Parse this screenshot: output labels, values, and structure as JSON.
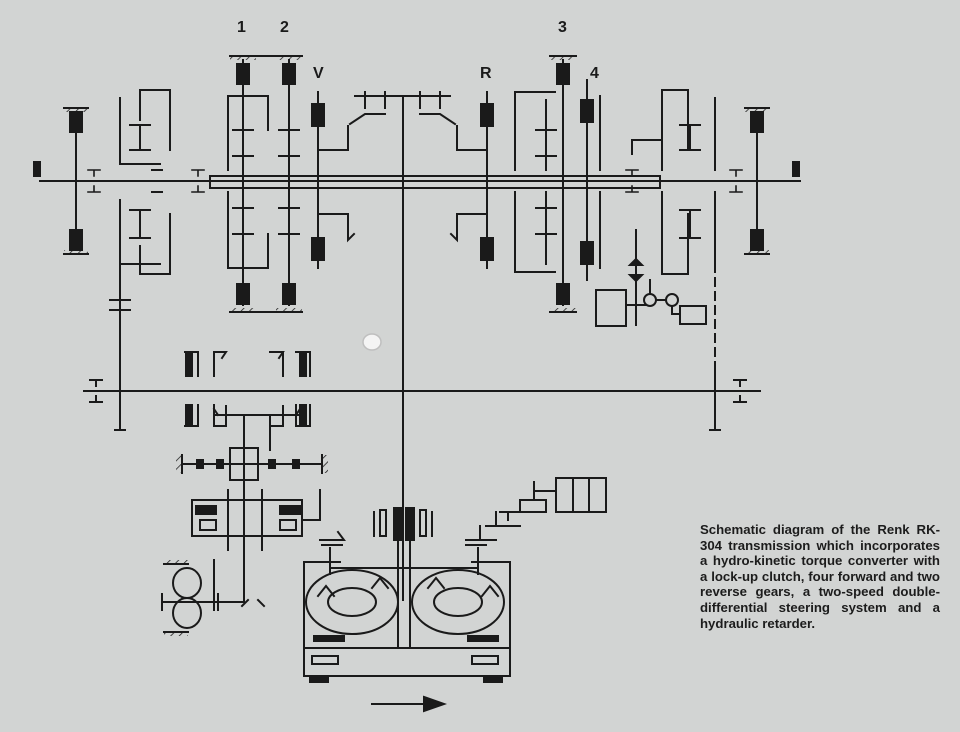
{
  "labels": {
    "gear_1": "1",
    "gear_2": "2",
    "gear_3": "3",
    "gear_4": "4",
    "forward_clutch": "V",
    "reverse_clutch": "R"
  },
  "caption": "Schematic diagram of the Renk RK-304 transmission which incorporates a hydro-kinetic torque converter with a lock-up clutch, four forward and two reverse gears, a two-speed double-differential steering system and a hydraulic retarder.",
  "colors": {
    "background": "#d2d4d3",
    "ink": "#1a1a1a"
  }
}
